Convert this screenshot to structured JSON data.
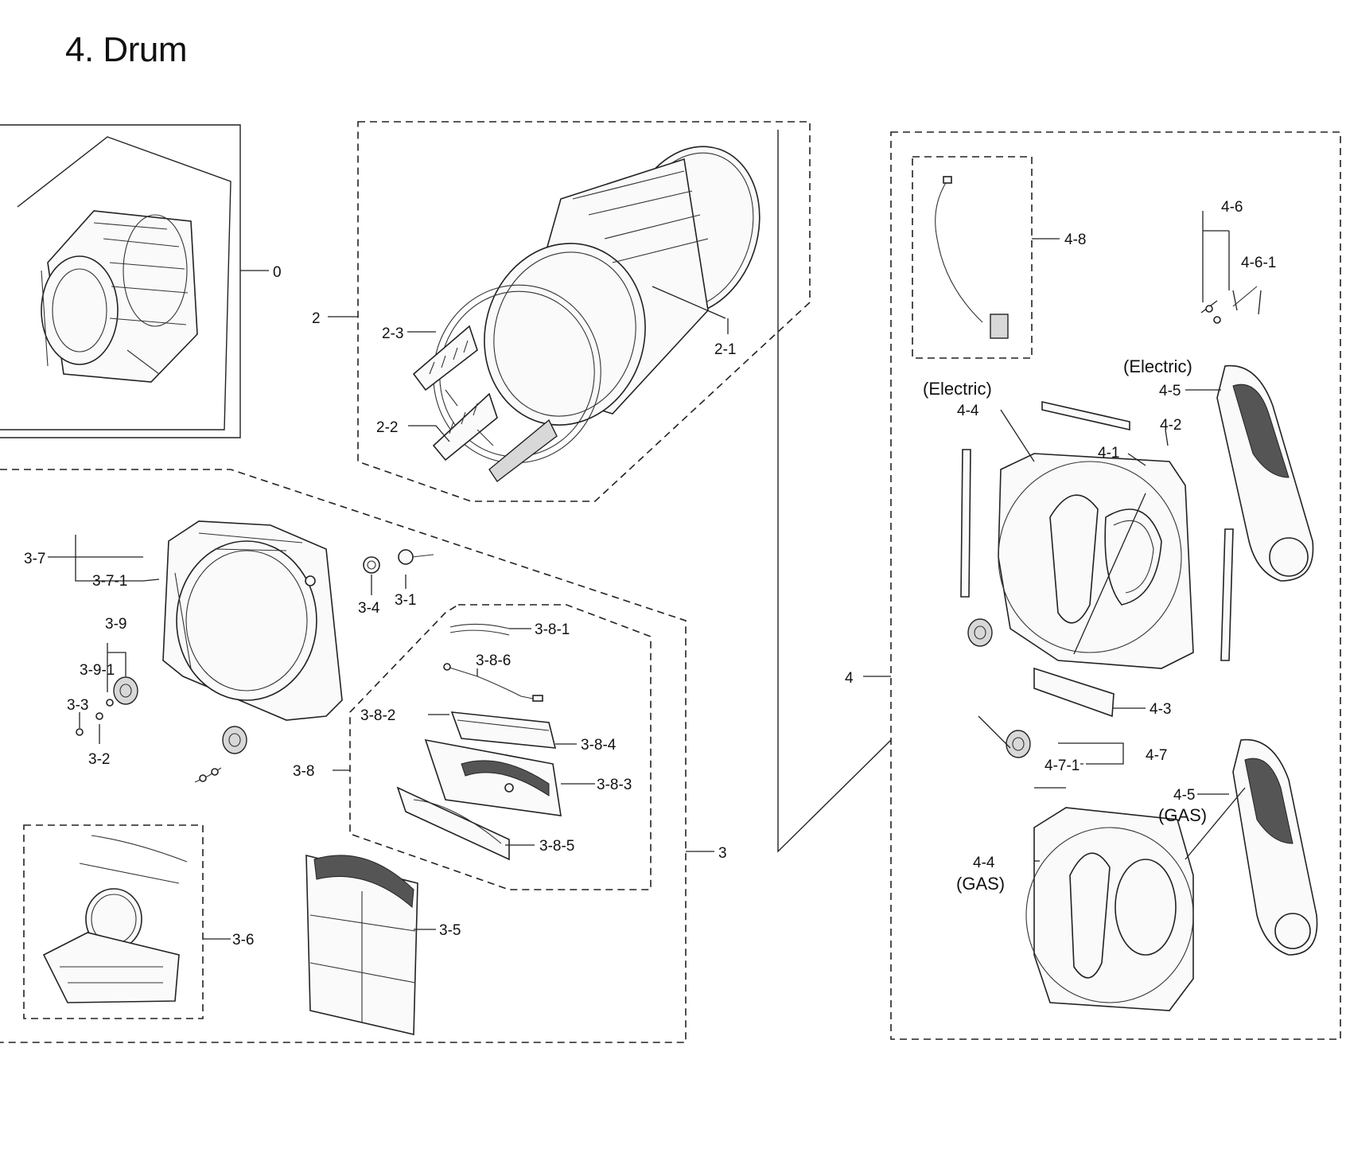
{
  "title": "4. Drum",
  "labels": {
    "l0": "0",
    "l2": "2",
    "l2_1": "2-1",
    "l2_2": "2-2",
    "l2_3": "2-3",
    "l3": "3",
    "l3_1": "3-1",
    "l3_2": "3-2",
    "l3_3": "3-3",
    "l3_4": "3-4",
    "l3_5": "3-5",
    "l3_6": "3-6",
    "l3_7": "3-7",
    "l3_7_1": "3-7-1",
    "l3_8": "3-8",
    "l3_8_1": "3-8-1",
    "l3_8_2": "3-8-2",
    "l3_8_3": "3-8-3",
    "l3_8_4": "3-8-4",
    "l3_8_5": "3-8-5",
    "l3_8_6": "3-8-6",
    "l3_9": "3-9",
    "l3_9_1": "3-9-1",
    "l4": "4",
    "l4_1": "4-1",
    "l4_2": "4-2",
    "l4_3": "4-3",
    "l4_4": "4-4",
    "l4_4_gas": "4-4",
    "l4_5": "4-5",
    "l4_5_gas": "4-5",
    "l4_6": "4-6",
    "l4_6_1": "4-6-1",
    "l4_7": "4-7",
    "l4_7_1": "4-7-1",
    "l4_8": "4-8"
  },
  "notes": {
    "electric_4_5": "(Electric)",
    "electric_4_4": "(Electric)",
    "gas_4_5": "(GAS)",
    "gas_4_4": "(GAS)"
  }
}
